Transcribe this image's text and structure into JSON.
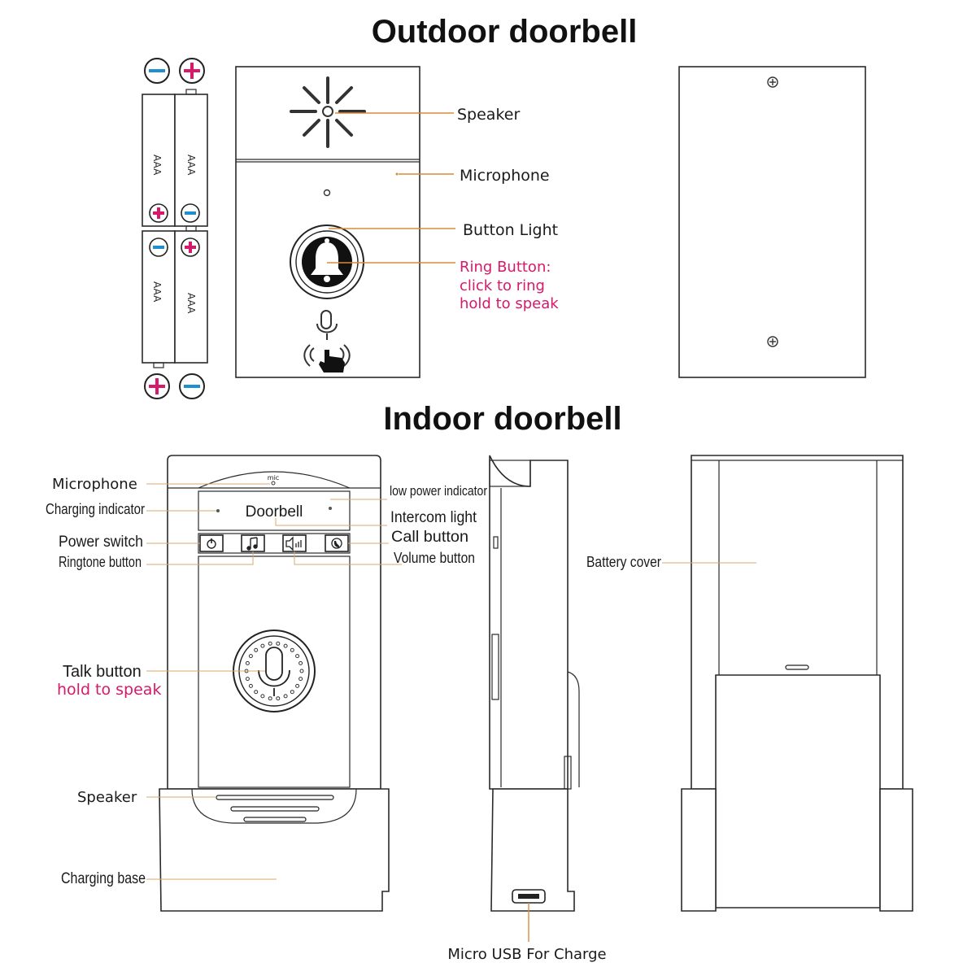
{
  "titles": {
    "outdoor": "Outdoor doorbell",
    "indoor": "Indoor doorbell"
  },
  "batteries": {
    "label": "AAA",
    "count": 4
  },
  "outdoor_labels": {
    "speaker": "Speaker",
    "microphone": "Microphone",
    "button_light": "Button Light",
    "ring_button_line1": "Ring Button:",
    "ring_button_line2": "click to ring",
    "ring_button_line3": "hold to speak"
  },
  "indoor_labels": {
    "microphone": "Microphone",
    "charging_indicator": "Charging indicator",
    "power_switch": "Power switch",
    "ringtone_button": "Ringtone button",
    "talk_button": "Talk button",
    "talk_hold": "hold to speak",
    "speaker": "Speaker",
    "charging_base": "Charging base",
    "low_power_indicator": "low power indicator",
    "intercom_light": "Intercom light",
    "call_button": "Call button",
    "volume_button": "Volume button",
    "battery_cover": "Battery cover",
    "micro_usb": "Micro USB For Charge",
    "device_text": "Doorbell",
    "mic_mark": "mic"
  },
  "colors": {
    "leader": "#d98b3a",
    "accent_pink": "#d6196a",
    "minus_blue": "#1f8fd0",
    "outline": "#2a2a2a"
  },
  "icons": [
    "speaker-grille-icon",
    "bell-icon",
    "microphone-icon",
    "touch-hand-icon",
    "power-icon",
    "music-note-icon",
    "volume-icon",
    "call-icon",
    "screw-icon",
    "usb-port-icon"
  ]
}
